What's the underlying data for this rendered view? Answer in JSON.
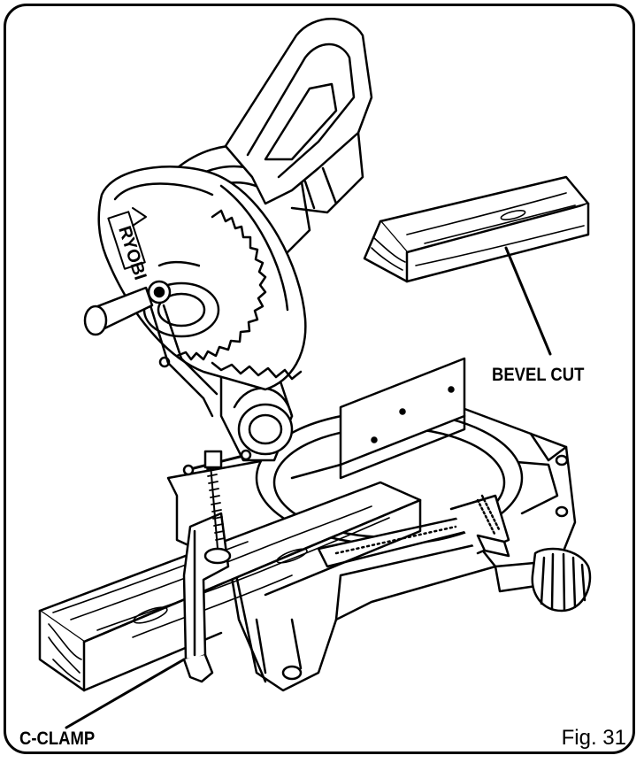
{
  "figure": {
    "callouts": {
      "bevel_cut": "BEVEL CUT",
      "c_clamp": "C-CLAMP"
    },
    "figure_number": "Fig. 31",
    "brand_mark": "RYOBI"
  }
}
